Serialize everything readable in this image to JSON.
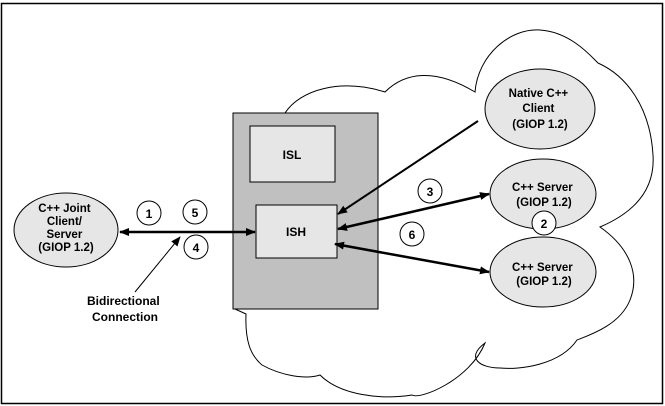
{
  "diagram": {
    "nodes": {
      "joint": {
        "lines": [
          "C++ Joint",
          "Client/",
          "Server",
          "(GIOP 1.2)"
        ]
      },
      "isl": {
        "label": "ISL"
      },
      "ish": {
        "label": "ISH"
      },
      "native_client": {
        "lines": [
          "Native C++",
          "Client",
          "(GIOP 1.2)"
        ]
      },
      "server1": {
        "lines": [
          "C++ Server",
          "(GIOP 1.2)"
        ]
      },
      "server2": {
        "lines": [
          "C++ Server",
          "(GIOP 1.2)"
        ]
      }
    },
    "step_markers": [
      "1",
      "5",
      "4",
      "3",
      "6",
      "2"
    ],
    "annotation": {
      "lines": [
        "Bidirectional",
        "Connection"
      ]
    },
    "colors": {
      "node_fill": "#e6e6e6",
      "host_fill": "#c0c0c0",
      "line": "#000000",
      "background": "#ffffff"
    }
  }
}
